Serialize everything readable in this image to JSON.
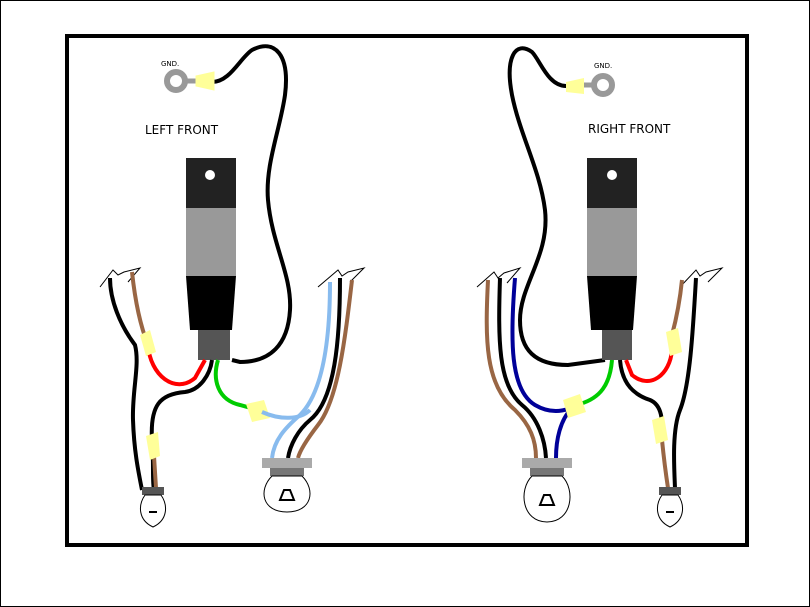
{
  "labels": {
    "left_gnd": "GND.",
    "right_gnd": "GND.",
    "left_title": "LEFT FRONT",
    "right_title": "RIGHT FRONT"
  },
  "colors": {
    "frame": "#000000",
    "ground_ring": "#999999",
    "splice": "#ffff99",
    "wire_black": "#000000",
    "wire_brown": "#996644",
    "wire_red": "#ff0000",
    "wire_green": "#00cc00",
    "wire_light_blue": "#88bbee",
    "wire_dark_blue": "#000099",
    "socket_top": "#222222",
    "socket_mid": "#999999",
    "socket_bottom": "#555555"
  }
}
